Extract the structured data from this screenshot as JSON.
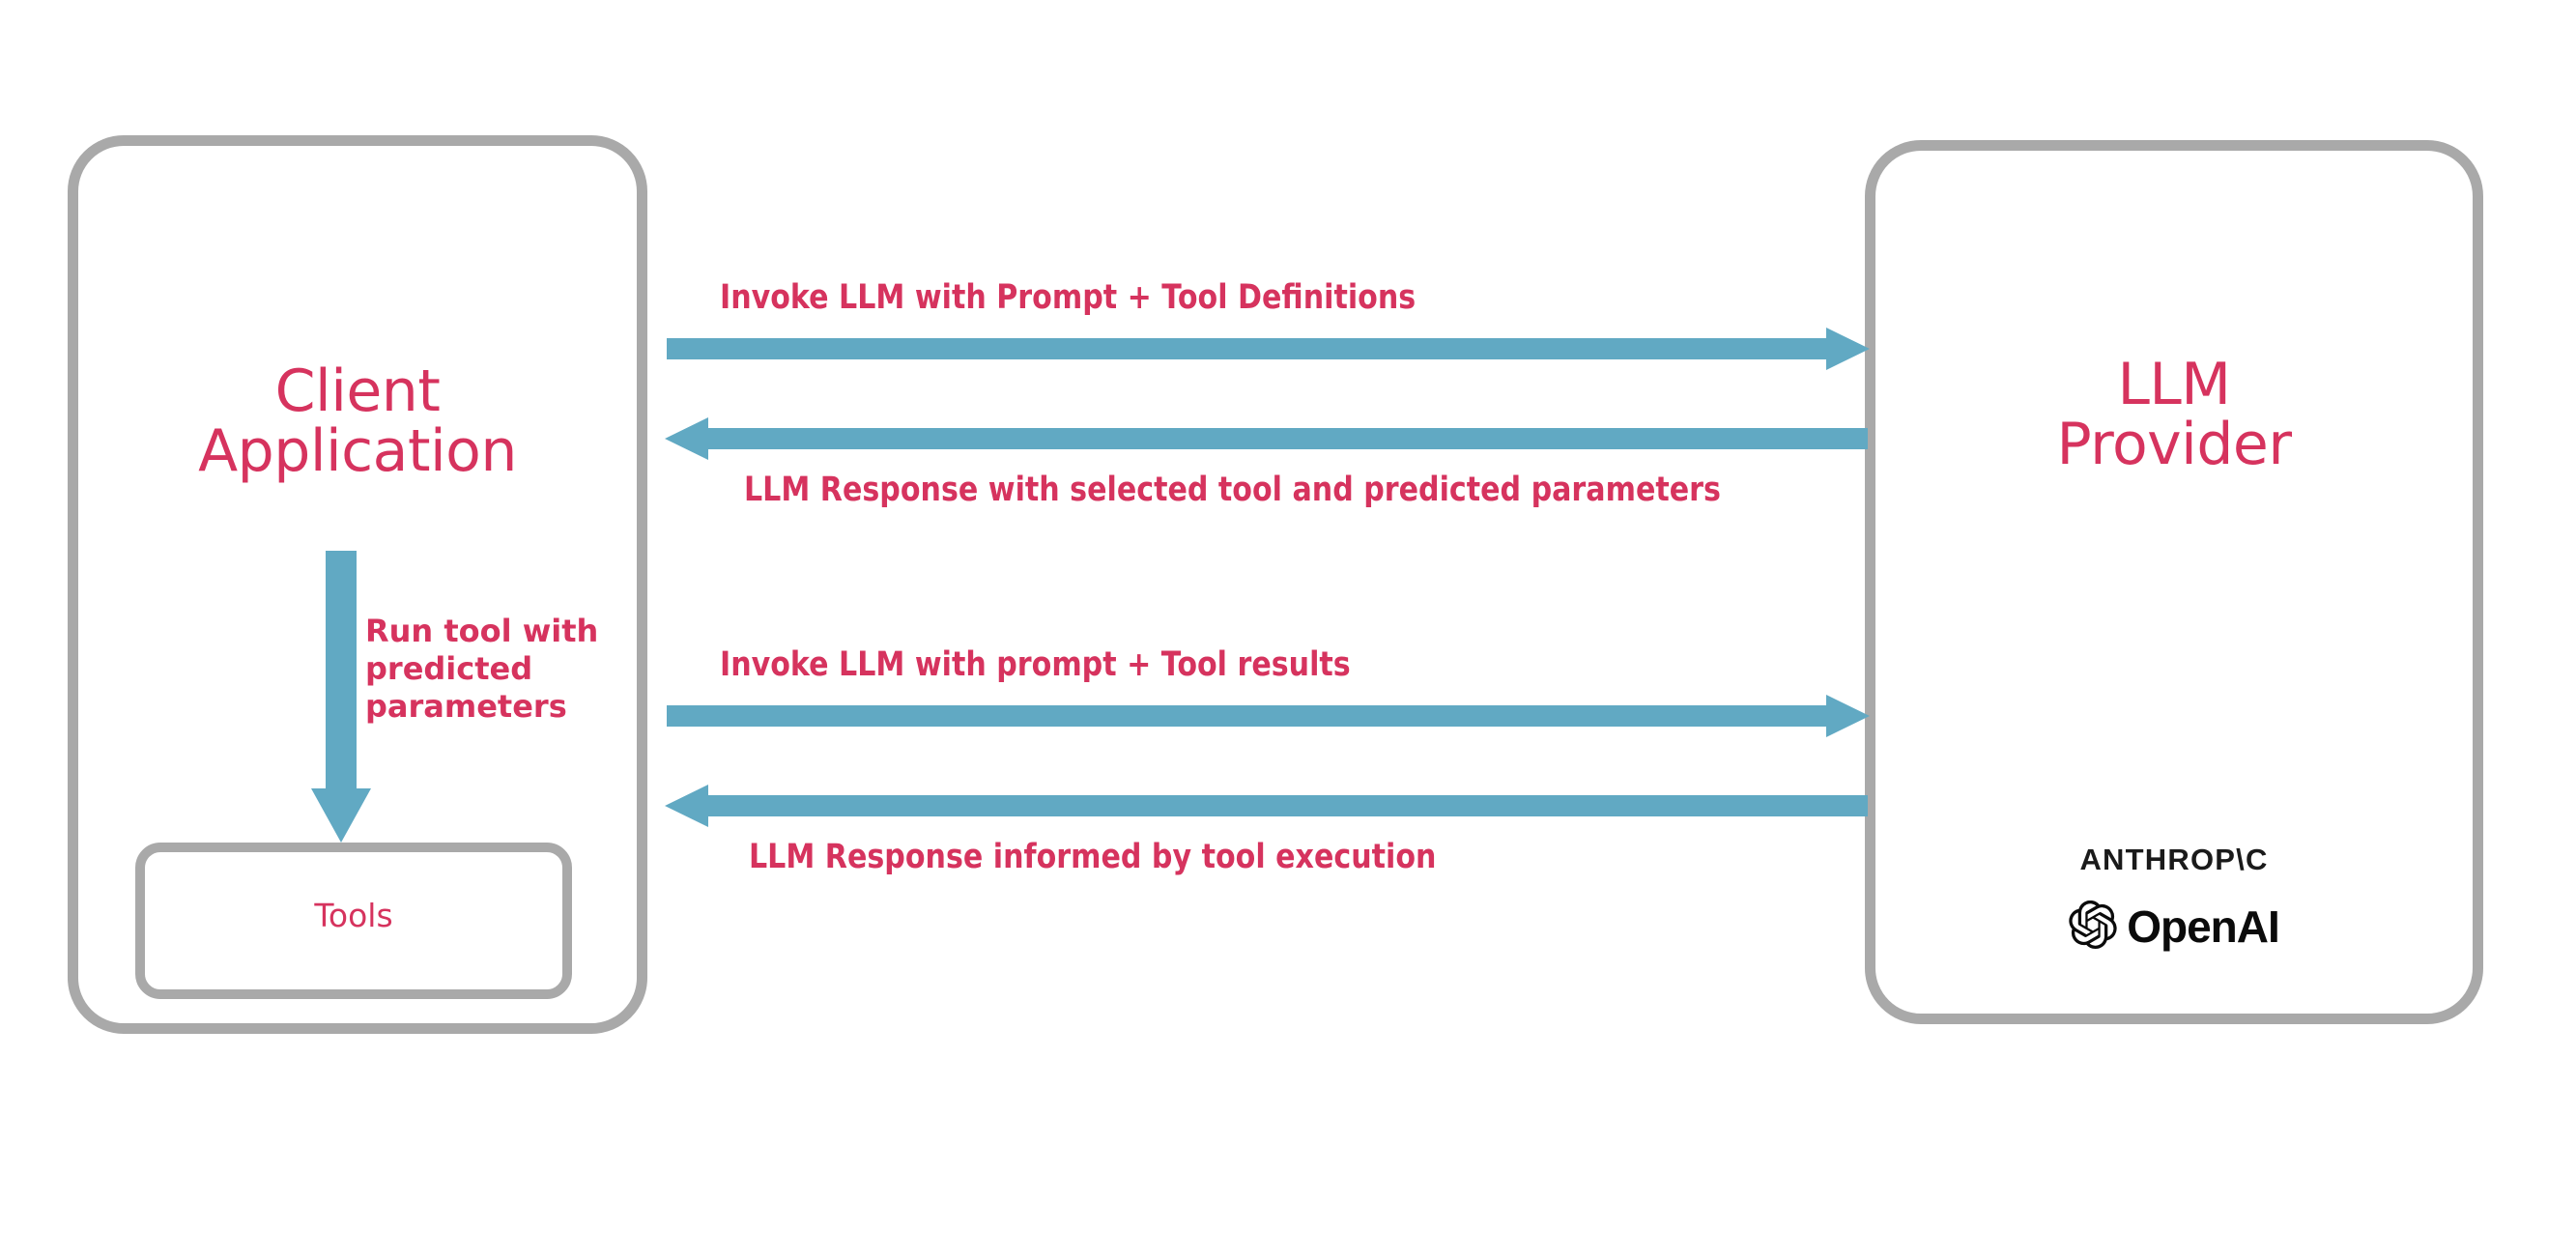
{
  "diagram": {
    "title": "LLM tool calling sequence between client application and LLM provider",
    "colors": {
      "accent_text": "#d6335e",
      "arrow": "#61a9c3",
      "box_border": "#a9a9a9",
      "logo_text": "#1a1a1a",
      "background": "#ffffff"
    },
    "nodes": {
      "client_application": {
        "title": "Client\nApplication",
        "tools": {
          "label": "Tools"
        }
      },
      "llm_provider": {
        "title": "LLM\nProvider",
        "logos": [
          {
            "name": "anthropic-logo",
            "text": "ANTHROP\\C"
          },
          {
            "name": "openai-logo",
            "text": "OpenAI"
          }
        ]
      }
    },
    "edges": [
      {
        "id": "invoke-1",
        "label": "Invoke LLM with Prompt + Tool Definitions",
        "direction": "right",
        "from": "client_application",
        "to": "llm_provider"
      },
      {
        "id": "response-1",
        "label": "LLM Response with selected tool and predicted parameters",
        "direction": "left",
        "from": "llm_provider",
        "to": "client_application"
      },
      {
        "id": "run-tool",
        "label": "Run tool with\npredicted\nparameters",
        "direction": "down",
        "from": "client_application",
        "to": "tools"
      },
      {
        "id": "invoke-2",
        "label": "Invoke LLM with prompt + Tool results",
        "direction": "right",
        "from": "client_application",
        "to": "llm_provider"
      },
      {
        "id": "response-2",
        "label": "LLM Response informed by tool execution",
        "direction": "left",
        "from": "llm_provider",
        "to": "client_application"
      }
    ]
  }
}
